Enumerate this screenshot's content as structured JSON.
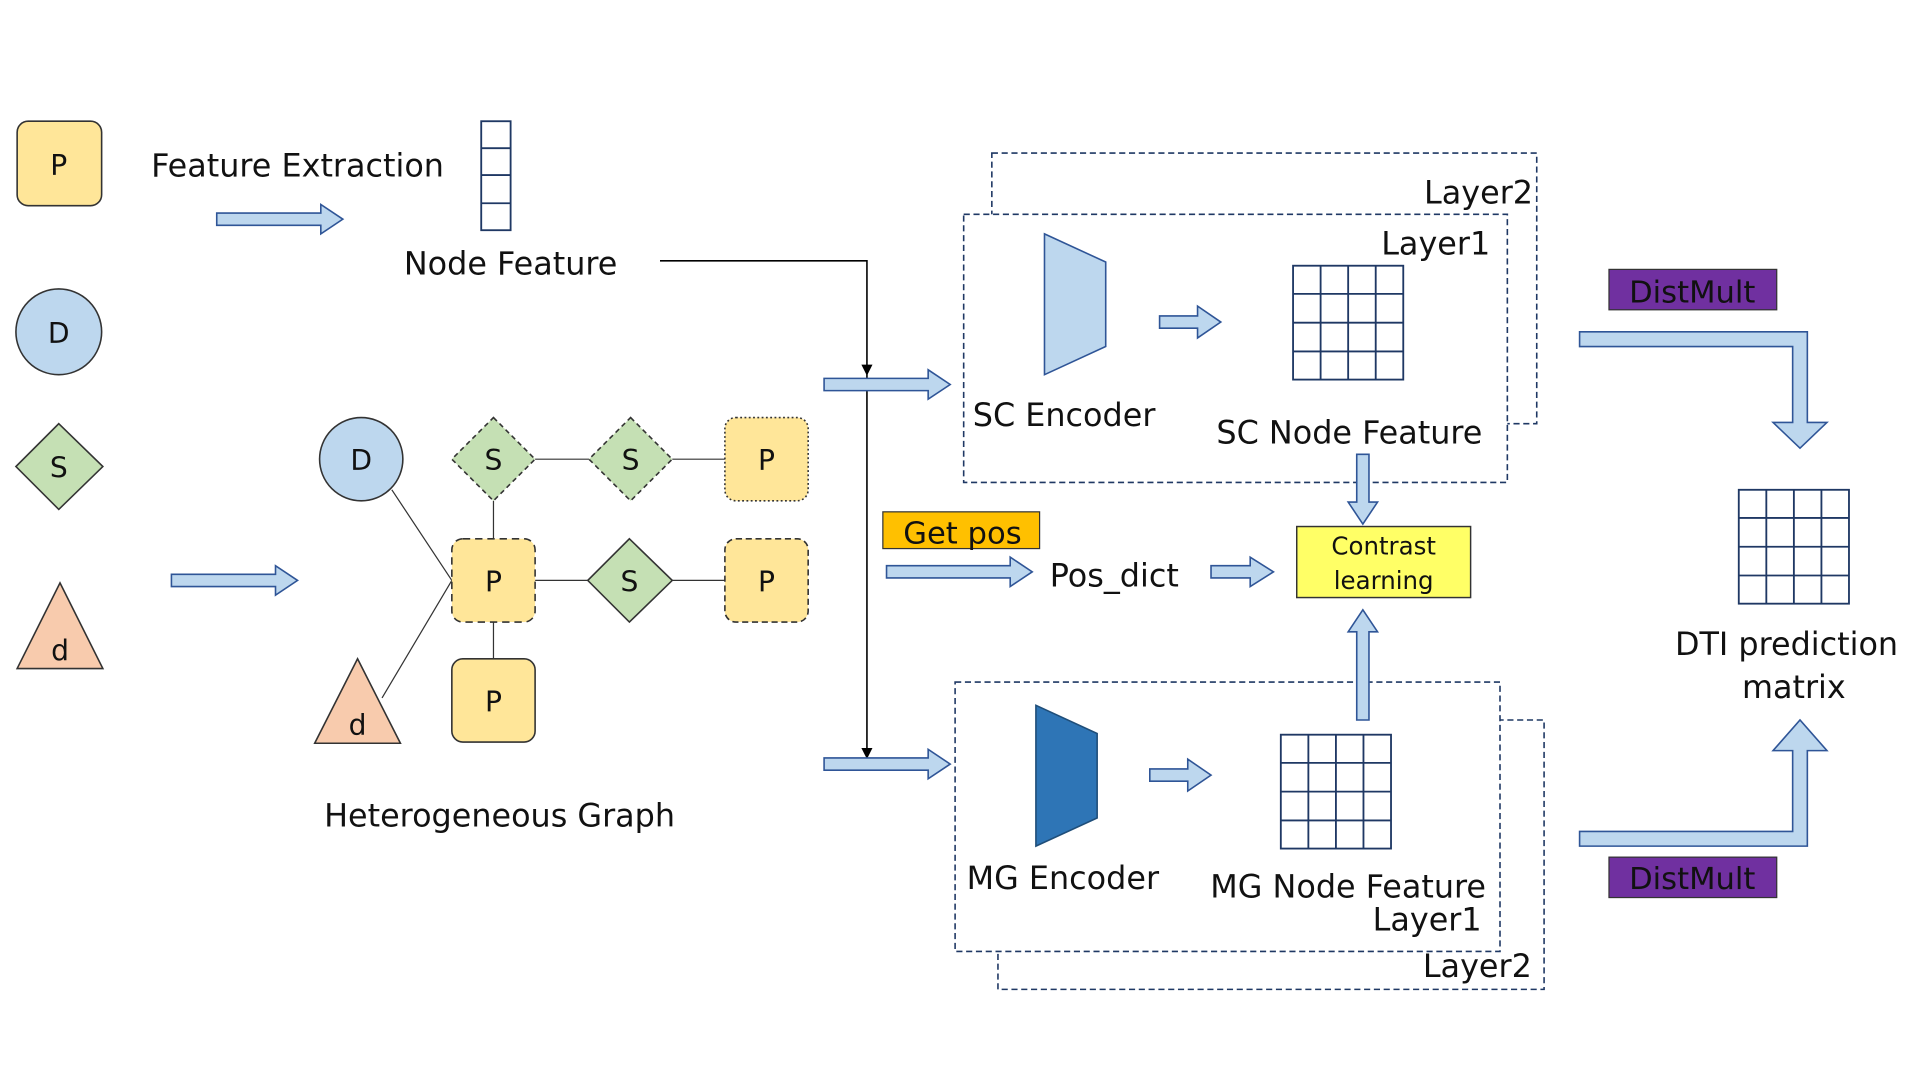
{
  "legend": {
    "protein": "P",
    "drug": "D",
    "side_effect": "S",
    "disease": "d"
  },
  "feature_extraction_label": "Feature Extraction",
  "node_feature_label": "Node Feature",
  "graph": {
    "title": "Heterogeneous Graph",
    "nodes": {
      "drug": "D",
      "s_top_left": "S",
      "s_top_right": "S",
      "p_top_right": "P",
      "p_center": "P",
      "s_center": "S",
      "p_center_right": "P",
      "p_bottom": "P",
      "disease": "d"
    }
  },
  "sc": {
    "layer2": "Layer2",
    "layer1": "Layer1",
    "encoder": "SC Encoder",
    "node_feature": "SC Node Feature"
  },
  "mg": {
    "layer1": "Layer1",
    "layer2": "Layer2",
    "encoder": "MG Encoder",
    "node_feature": "MG Node Feature"
  },
  "get_pos": "Get pos",
  "pos_dict": "Pos_dict",
  "contrast": {
    "line1": "Contrast",
    "line2": "learning"
  },
  "distmult_top": "DistMult",
  "distmult_bottom": "DistMult",
  "dti": {
    "line1": "DTI prediction",
    "line2": "matrix"
  },
  "colors": {
    "protein_fill": "#FFE699",
    "drug_fill": "#BDD7EE",
    "side_effect_fill": "#C5E0B4",
    "disease_fill": "#F8CBAD",
    "arrow_fill": "#BDD7EE",
    "get_pos_fill": "#FFC000",
    "contrast_fill": "#FFFF66",
    "distmult_fill": "#7030A0",
    "mg_encoder_fill": "#2E75B6",
    "line": "#1F3864"
  }
}
